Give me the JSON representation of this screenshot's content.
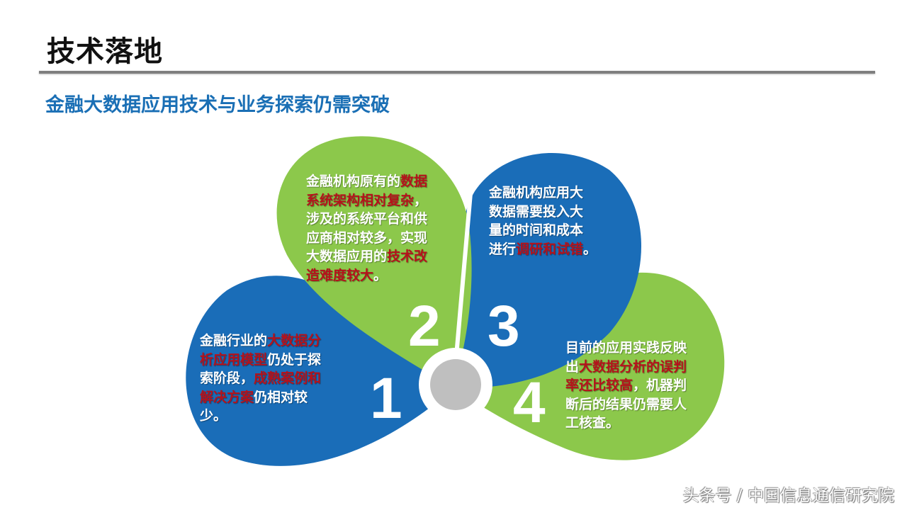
{
  "header": {
    "title": "技术落地",
    "subtitle": "金融大数据应用技术与业务探索仍需突破"
  },
  "colors": {
    "blue": "#1a6db8",
    "green": "#8cc84b",
    "highlight": "#b5121b",
    "center": "#bfbfbf",
    "subtitle": "#1a6fb5"
  },
  "petals": [
    {
      "number": "1",
      "color": "blue",
      "lines": [
        [
          {
            "t": "金融行业的",
            "h": false
          },
          {
            "t": "大数据分",
            "h": true
          }
        ],
        [
          {
            "t": "析应用模型",
            "h": true
          },
          {
            "t": "仍处于探",
            "h": false
          }
        ],
        [
          {
            "t": "索阶段，",
            "h": false
          },
          {
            "t": "成熟案例和",
            "h": true
          }
        ],
        [
          {
            "t": "解决方案",
            "h": true
          },
          {
            "t": "仍相对较",
            "h": false
          }
        ],
        [
          {
            "t": "少。",
            "h": false
          }
        ]
      ]
    },
    {
      "number": "2",
      "color": "green",
      "lines": [
        [
          {
            "t": "金融机构原有的",
            "h": false
          },
          {
            "t": "数据",
            "h": true
          }
        ],
        [
          {
            "t": "系统架构相对复杂",
            "h": true
          },
          {
            "t": "，",
            "h": false
          }
        ],
        [
          {
            "t": "涉及的系统平台和供",
            "h": false
          }
        ],
        [
          {
            "t": "应商相对较多，实现",
            "h": false
          }
        ],
        [
          {
            "t": "大数据应用的",
            "h": false
          },
          {
            "t": "技术改",
            "h": true
          }
        ],
        [
          {
            "t": "造难度较大",
            "h": true
          },
          {
            "t": "。",
            "h": false
          }
        ]
      ]
    },
    {
      "number": "3",
      "color": "blue",
      "lines": [
        [
          {
            "t": "金融机构应用大",
            "h": false
          }
        ],
        [
          {
            "t": "数据需要投入大",
            "h": false
          }
        ],
        [
          {
            "t": "量的时间和成本",
            "h": false
          }
        ],
        [
          {
            "t": "进行",
            "h": false
          },
          {
            "t": "调研和试错",
            "h": true
          },
          {
            "t": "。",
            "h": false
          }
        ]
      ]
    },
    {
      "number": "4",
      "color": "green",
      "lines": [
        [
          {
            "t": "目前的应用实践反映",
            "h": false
          }
        ],
        [
          {
            "t": "出",
            "h": false
          },
          {
            "t": "大数据分析的误判",
            "h": true
          }
        ],
        [
          {
            "t": "率还比较高",
            "h": true
          },
          {
            "t": "，机器判",
            "h": false
          }
        ],
        [
          {
            "t": "断后的结果仍需要人",
            "h": false
          }
        ],
        [
          {
            "t": "工核查。",
            "h": false
          }
        ]
      ]
    }
  ],
  "watermark": "头条号 / 中国信息通信研究院"
}
